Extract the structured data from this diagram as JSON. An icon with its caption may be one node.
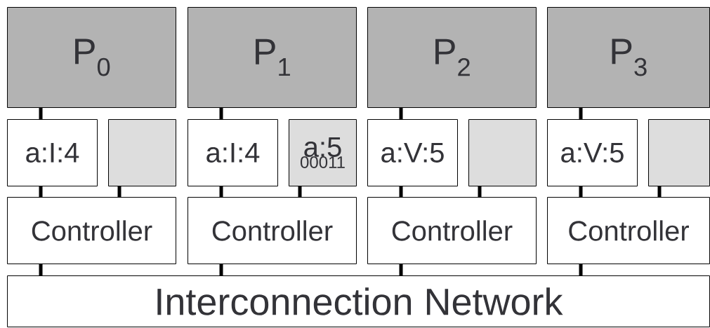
{
  "diagram": {
    "nodes": [
      {
        "text": [
          "P$_{0}$"
        ]
      },
      {
        "text": [
          "P$_{1}$"
        ]
      },
      {
        "text": [
          "P$_{2}$"
        ]
      },
      {
        "text": [
          "P$_{3}$"
        ]
      },
      {
        "text": [
          "a:I:4"
        ]
      },
      {
        "text": [],
        "shape": "box"
      },
      {
        "text": [
          "a:I:4"
        ]
      },
      {
        "text": [
          "a:5",
          "00011"
        ]
      },
      {
        "text": [
          "a:V:5"
        ]
      },
      {
        "text": [],
        "shape": "box"
      },
      {
        "text": [
          "a:V:5"
        ]
      },
      {
        "text": [],
        "shape": "box"
      },
      {
        "text": [
          "Controller"
        ]
      },
      {
        "text": [
          "Controller"
        ]
      },
      {
        "text": [
          "Controller"
        ]
      },
      {
        "text": [
          "Controller"
        ]
      },
      {
        "text": [
          "Interconnection Network"
        ]
      }
    ],
    "edges": [
      {
        "from": 0,
        "to": 4,
        "arrow": "none"
      },
      {
        "from": 1,
        "to": 6,
        "arrow": "none"
      },
      {
        "from": 2,
        "to": 8,
        "arrow": "none"
      },
      {
        "from": 3,
        "to": 10,
        "arrow": "none"
      },
      {
        "from": 4,
        "to": 12,
        "arrow": "none"
      },
      {
        "from": 5,
        "to": 12,
        "arrow": "none"
      },
      {
        "from": 6,
        "to": 13,
        "arrow": "none"
      },
      {
        "from": 7,
        "to": 13,
        "arrow": "none"
      },
      {
        "from": 8,
        "to": 14,
        "arrow": "none"
      },
      {
        "from": 9,
        "to": 14,
        "arrow": "none"
      },
      {
        "from": 10,
        "to": 15,
        "arrow": "none"
      },
      {
        "from": 11,
        "to": 15,
        "arrow": "none"
      },
      {
        "from": 12,
        "to": 16,
        "arrow": "none"
      },
      {
        "from": 13,
        "to": 16,
        "arrow": "none"
      },
      {
        "from": 14,
        "to": 16,
        "arrow": "none"
      },
      {
        "from": 15,
        "to": 16,
        "arrow": "none"
      }
    ]
  }
}
